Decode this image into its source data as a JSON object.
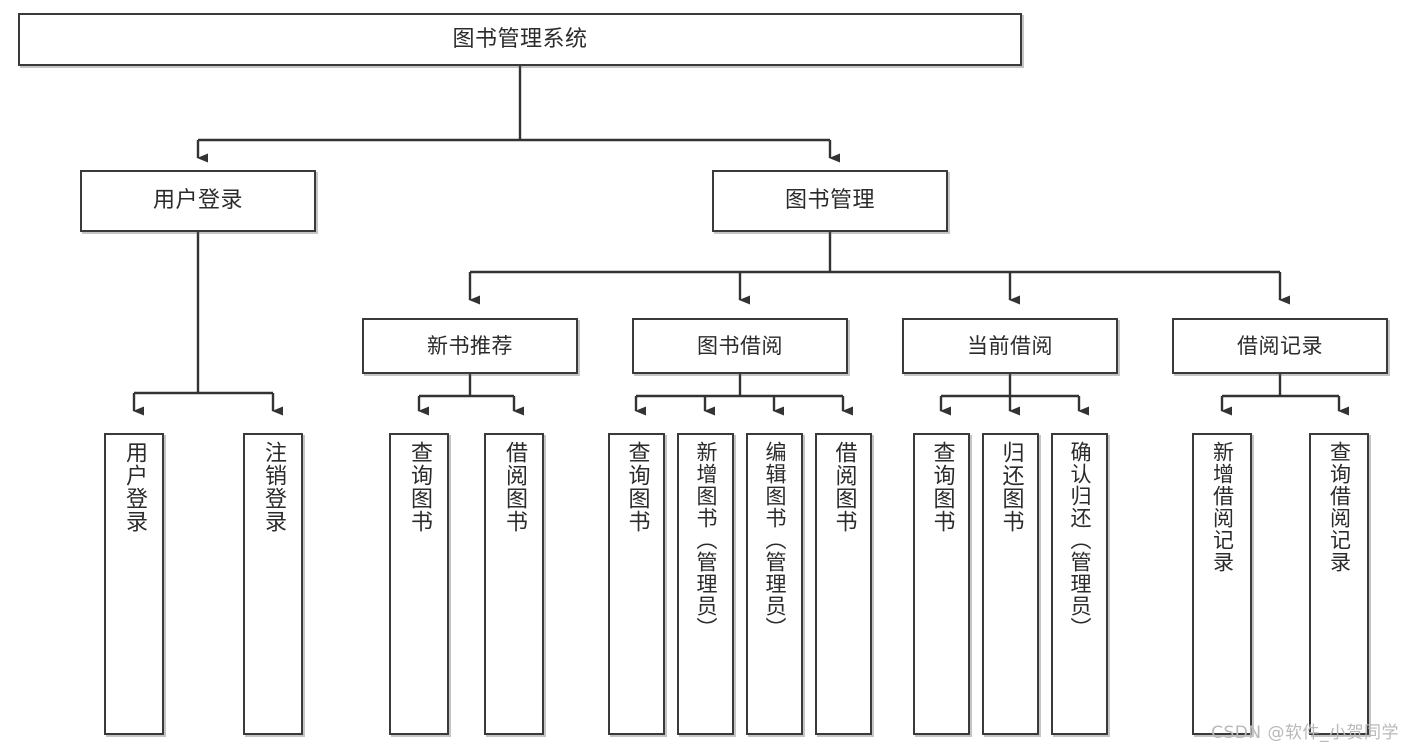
{
  "diagram": {
    "title": "图书管理系统",
    "type": "tree",
    "watermark": "CSDN @软件_小贺同学",
    "colors": {
      "box_border": "#3a3a3a",
      "box_fill": "#ffffff",
      "line": "#333333",
      "text": "#2b2b2b",
      "watermark": "#b9b9b9"
    },
    "root": {
      "label": "图书管理系统"
    },
    "level1": [
      {
        "id": "user-login",
        "label": "用户登录"
      },
      {
        "id": "book-manage",
        "label": "图书管理"
      }
    ],
    "level2": [
      {
        "id": "new-book-recommend",
        "label": "新书推荐",
        "parent": "book-manage"
      },
      {
        "id": "book-borrow",
        "label": "图书借阅",
        "parent": "book-manage"
      },
      {
        "id": "current-borrow",
        "label": "当前借阅",
        "parent": "book-manage"
      },
      {
        "id": "borrow-record",
        "label": "借阅记录",
        "parent": "book-manage"
      }
    ],
    "leaves": [
      {
        "id": "leaf-user-login",
        "label": "用户登录",
        "parent": "user-login"
      },
      {
        "id": "leaf-logout-login",
        "label": "注销登录",
        "parent": "user-login"
      },
      {
        "id": "leaf-query-book-1",
        "label": "查询图书",
        "parent": "new-book-recommend"
      },
      {
        "id": "leaf-borrow-book-1",
        "label": "借阅图书",
        "parent": "new-book-recommend"
      },
      {
        "id": "leaf-query-book-2",
        "label": "查询图书",
        "parent": "book-borrow"
      },
      {
        "id": "leaf-add-book",
        "label": "新增图书（管理员）",
        "parent": "book-borrow"
      },
      {
        "id": "leaf-edit-book",
        "label": "编辑图书（管理员）",
        "parent": "book-borrow"
      },
      {
        "id": "leaf-borrow-book-2",
        "label": "借阅图书",
        "parent": "book-borrow"
      },
      {
        "id": "leaf-query-book-3",
        "label": "查询图书",
        "parent": "current-borrow"
      },
      {
        "id": "leaf-return-book",
        "label": "归还图书",
        "parent": "current-borrow"
      },
      {
        "id": "leaf-confirm-return",
        "label": "确认归还（管理员）",
        "parent": "current-borrow"
      },
      {
        "id": "leaf-add-record",
        "label": "新增借阅记录",
        "parent": "borrow-record"
      },
      {
        "id": "leaf-query-record",
        "label": "查询借阅记录",
        "parent": "borrow-record"
      }
    ]
  }
}
